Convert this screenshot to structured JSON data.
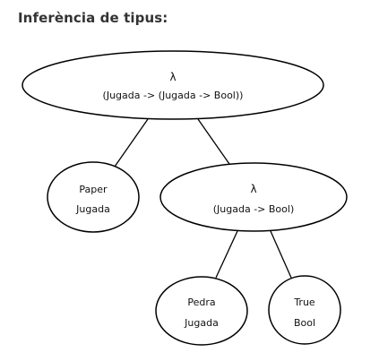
{
  "title": "Inferència de tipus:",
  "tree": {
    "root": {
      "symbol": "λ",
      "type": "(Jugada -> (Jugada -> Bool))"
    },
    "left": {
      "value": "Paper",
      "type": "Jugada"
    },
    "right": {
      "symbol": "λ",
      "type": "(Jugada -> Bool)"
    },
    "right_left": {
      "value": "Pedra",
      "type": "Jugada"
    },
    "right_right": {
      "value": "True",
      "type": "Bool"
    }
  }
}
